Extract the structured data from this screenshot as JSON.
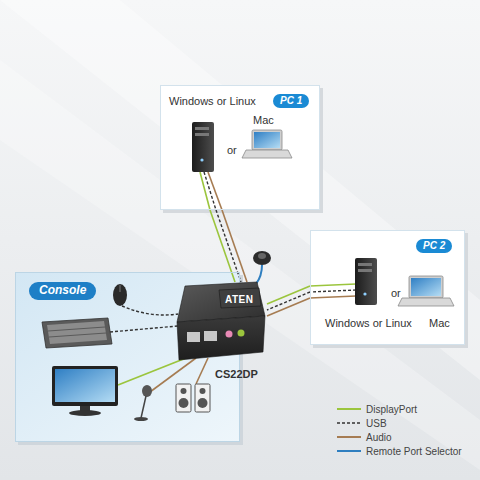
{
  "diagram": {
    "nodes": [
      {
        "text": [
          "Windows or Linux",
          "PC 1",
          "Mac",
          "or"
        ]
      },
      {
        "text": [
          "PC 2",
          "or",
          "Windows or Linux",
          "Mac"
        ]
      },
      {
        "text": [
          "Console"
        ]
      },
      {
        "text": [
          "ATEN",
          "CS22DP"
        ]
      }
    ],
    "edges": [
      {
        "from": 0,
        "to": 3,
        "arrow": "none"
      },
      {
        "from": 0,
        "to": 3,
        "arrow": "none"
      },
      {
        "from": 0,
        "to": 3,
        "arrow": "none"
      },
      {
        "from": 1,
        "to": 3,
        "arrow": "none"
      },
      {
        "from": 1,
        "to": 3,
        "arrow": "none"
      },
      {
        "from": 1,
        "to": 3,
        "arrow": "none"
      }
    ],
    "legend": [
      {
        "text": "DisplayPort"
      },
      {
        "text": "USB"
      },
      {
        "text": "Audio"
      },
      {
        "text": "Remote Port Selector"
      }
    ]
  }
}
